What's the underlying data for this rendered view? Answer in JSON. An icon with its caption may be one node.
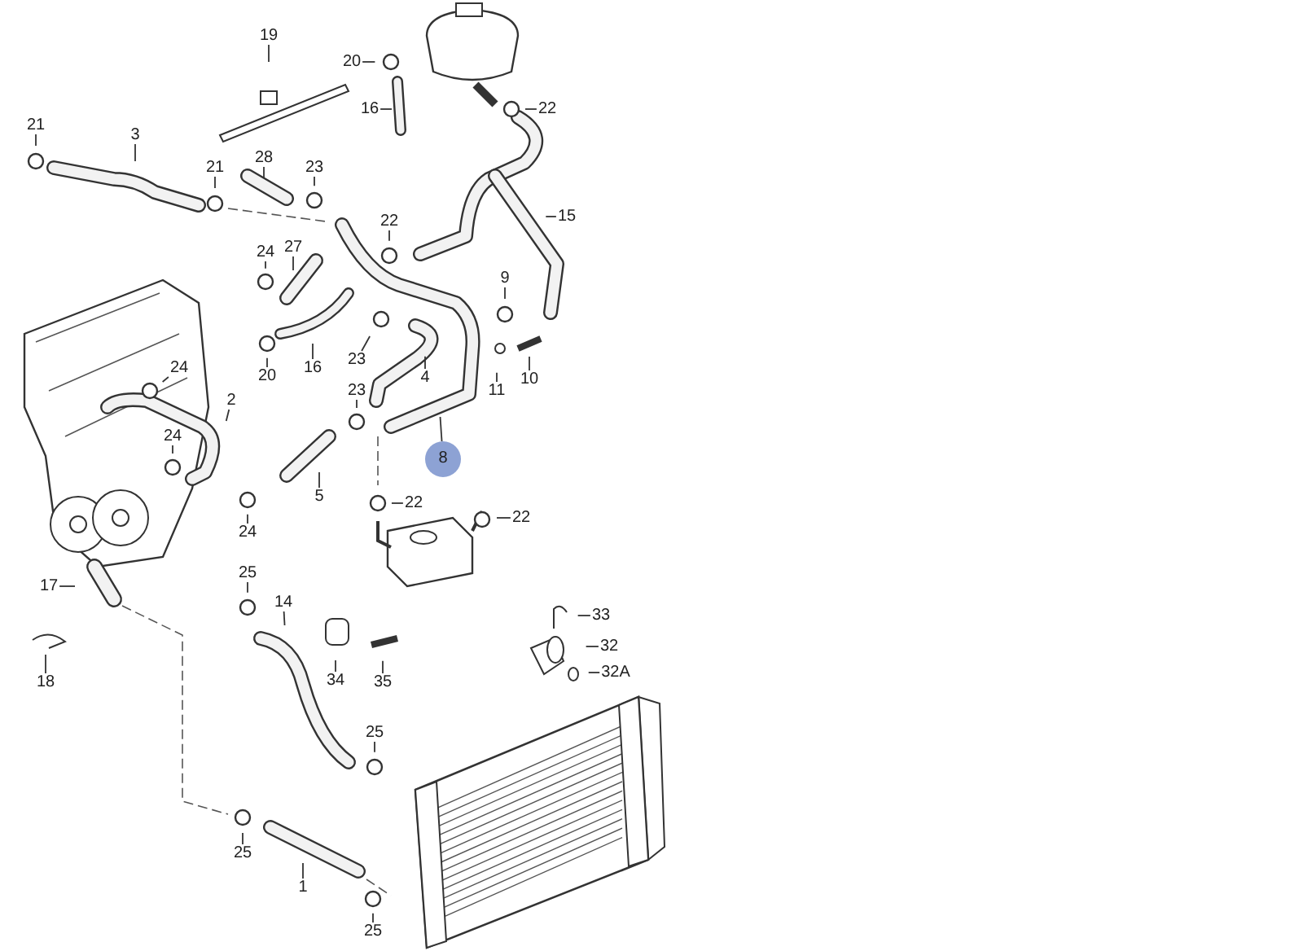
{
  "diagram": {
    "nodes": [
      {
        "text": [
          "19"
        ]
      },
      {
        "text": [
          "20"
        ]
      },
      {
        "text": [
          "16"
        ]
      },
      {
        "text": [
          "22"
        ]
      },
      {
        "text": [
          "21"
        ]
      },
      {
        "text": [
          "3"
        ]
      },
      {
        "text": [
          "21"
        ]
      },
      {
        "text": [
          "28"
        ]
      },
      {
        "text": [
          "23"
        ]
      },
      {
        "text": [
          "15"
        ]
      },
      {
        "text": [
          "22"
        ]
      },
      {
        "text": [
          "24"
        ]
      },
      {
        "text": [
          "27"
        ]
      },
      {
        "text": [
          "9"
        ]
      },
      {
        "text": [
          "23"
        ]
      },
      {
        "text": [
          "4"
        ]
      },
      {
        "text": [
          "16"
        ]
      },
      {
        "text": [
          "20"
        ]
      },
      {
        "text": [
          "11"
        ]
      },
      {
        "text": [
          "10"
        ]
      },
      {
        "text": [
          "24"
        ]
      },
      {
        "text": [
          "23"
        ]
      },
      {
        "text": [
          "8"
        ]
      },
      {
        "text": [
          "2"
        ]
      },
      {
        "text": [
          "24"
        ]
      },
      {
        "text": [
          "5"
        ]
      },
      {
        "text": [
          "22"
        ]
      },
      {
        "text": [
          "24"
        ]
      },
      {
        "text": [
          "22"
        ]
      },
      {
        "text": [
          "17"
        ]
      },
      {
        "text": [
          "25"
        ]
      },
      {
        "text": [
          "14"
        ]
      },
      {
        "text": [
          "33"
        ]
      },
      {
        "text": [
          "32"
        ]
      },
      {
        "text": [
          "32A"
        ]
      },
      {
        "text": [
          "34"
        ]
      },
      {
        "text": [
          "35"
        ]
      },
      {
        "text": [
          "18"
        ]
      },
      {
        "text": [
          "25"
        ]
      },
      {
        "text": [
          "25"
        ]
      },
      {
        "text": [
          "1"
        ]
      },
      {
        "text": [
          "25"
        ]
      }
    ],
    "edges": [
      {
        "from": 0,
        "to": null,
        "arrow": "none"
      },
      {
        "from": 1,
        "to": null,
        "arrow": "none"
      },
      {
        "from": 2,
        "to": null,
        "arrow": "none"
      },
      {
        "from": 3,
        "to": null,
        "arrow": "none"
      },
      {
        "from": 4,
        "to": null,
        "arrow": "none"
      },
      {
        "from": 5,
        "to": null,
        "arrow": "none"
      },
      {
        "from": 6,
        "to": null,
        "arrow": "none"
      },
      {
        "from": 7,
        "to": null,
        "arrow": "none"
      },
      {
        "from": 8,
        "to": null,
        "arrow": "none"
      },
      {
        "from": 9,
        "to": null,
        "arrow": "none"
      },
      {
        "from": 10,
        "to": null,
        "arrow": "none"
      },
      {
        "from": 11,
        "to": null,
        "arrow": "none"
      },
      {
        "from": 12,
        "to": null,
        "arrow": "none"
      },
      {
        "from": 13,
        "to": null,
        "arrow": "none"
      },
      {
        "from": 14,
        "to": null,
        "arrow": "none"
      },
      {
        "from": 15,
        "to": null,
        "arrow": "none"
      },
      {
        "from": 16,
        "to": null,
        "arrow": "none"
      },
      {
        "from": 17,
        "to": null,
        "arrow": "none"
      },
      {
        "from": 18,
        "to": null,
        "arrow": "none"
      },
      {
        "from": 19,
        "to": null,
        "arrow": "none"
      },
      {
        "from": 20,
        "to": null,
        "arrow": "none"
      },
      {
        "from": 21,
        "to": null,
        "arrow": "none"
      },
      {
        "from": 22,
        "to": null,
        "arrow": "none"
      },
      {
        "from": 23,
        "to": null,
        "arrow": "none"
      },
      {
        "from": 24,
        "to": null,
        "arrow": "none"
      },
      {
        "from": 25,
        "to": null,
        "arrow": "none"
      },
      {
        "from": 26,
        "to": null,
        "arrow": "none"
      },
      {
        "from": 27,
        "to": null,
        "arrow": "none"
      },
      {
        "from": 28,
        "to": null,
        "arrow": "none"
      },
      {
        "from": 29,
        "to": null,
        "arrow": "none"
      },
      {
        "from": 30,
        "to": null,
        "arrow": "none"
      },
      {
        "from": 31,
        "to": null,
        "arrow": "none"
      },
      {
        "from": 32,
        "to": null,
        "arrow": "none"
      },
      {
        "from": 33,
        "to": null,
        "arrow": "none"
      },
      {
        "from": 34,
        "to": null,
        "arrow": "none"
      },
      {
        "from": 35,
        "to": null,
        "arrow": "none"
      },
      {
        "from": 36,
        "to": null,
        "arrow": "none"
      },
      {
        "from": 37,
        "to": null,
        "arrow": "none"
      },
      {
        "from": 38,
        "to": null,
        "arrow": "none"
      },
      {
        "from": 39,
        "to": null,
        "arrow": "none"
      },
      {
        "from": 40,
        "to": null,
        "arrow": "none"
      },
      {
        "from": 41,
        "to": null,
        "arrow": "none"
      }
    ]
  }
}
